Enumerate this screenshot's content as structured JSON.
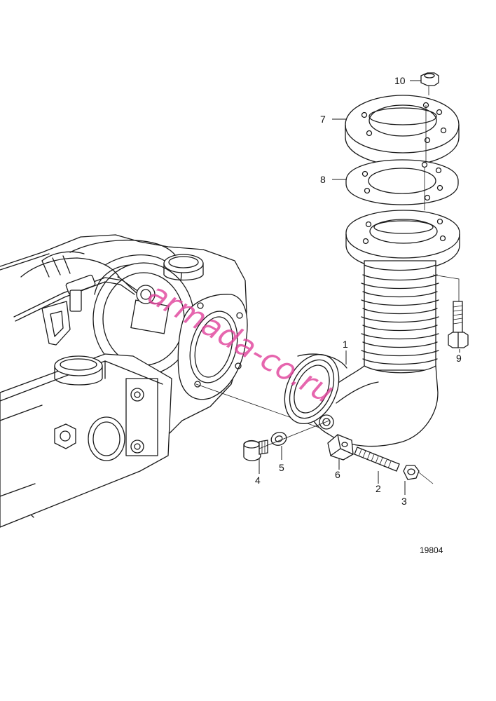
{
  "diagram": {
    "callouts": [
      "1",
      "2",
      "3",
      "4",
      "5",
      "6",
      "7",
      "8",
      "9",
      "10"
    ],
    "reference_number": "19804",
    "watermark": "armada-co.ru",
    "colors": {
      "line": "#1a1a1a",
      "watermark": "#e0409a",
      "background": "#ffffff"
    }
  }
}
